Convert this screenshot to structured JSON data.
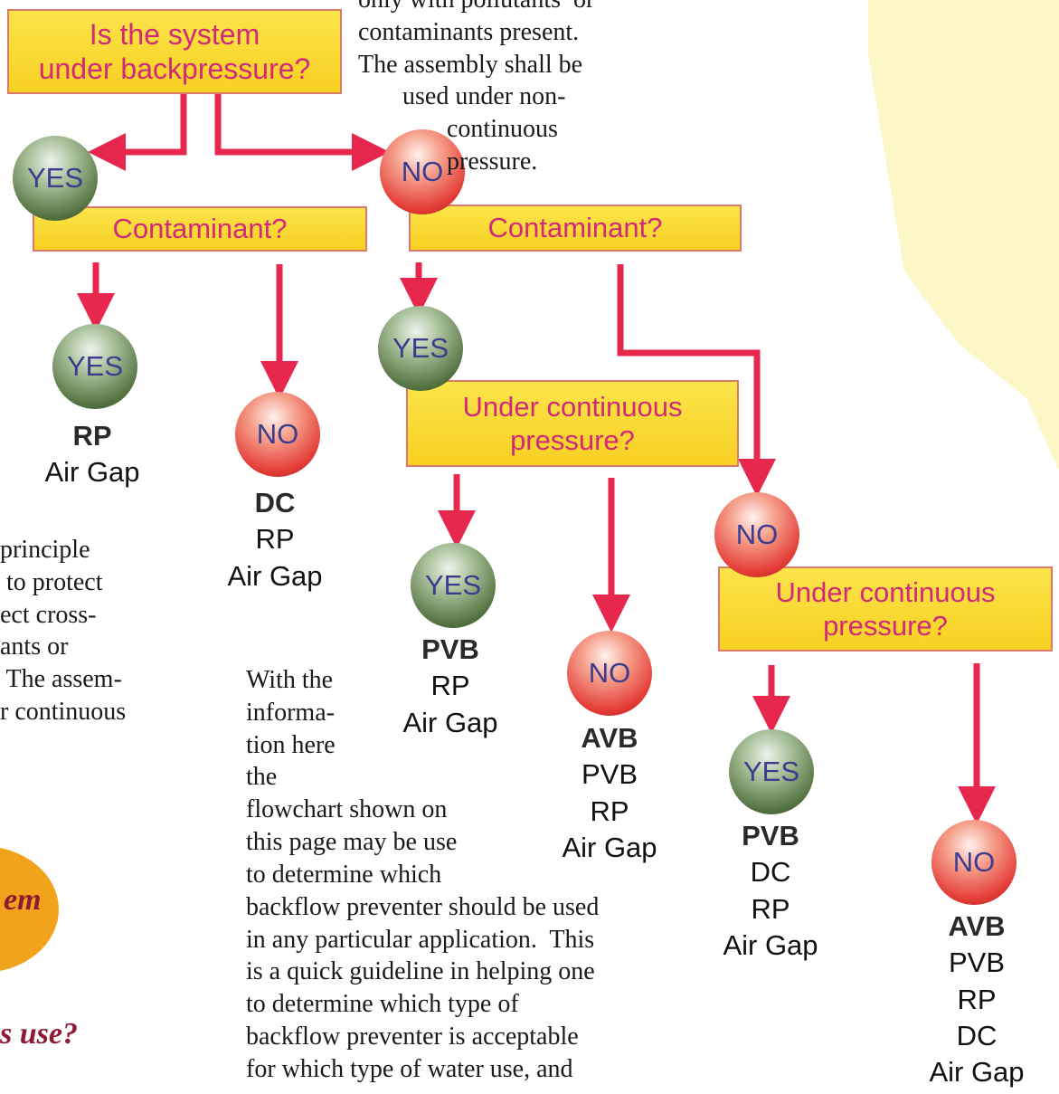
{
  "questions": {
    "q1": "Is the system\nunder backpressure?",
    "q2_left": "Contaminant?",
    "q2_right": "Contaminant?",
    "q3_mid": "Under continuous\npressure?",
    "q3_right": "Under continuous\npressure?"
  },
  "circles": {
    "yes_label": "YES",
    "no_label": "NO"
  },
  "answers": {
    "a1": {
      "main": "RP",
      "alts": [
        "Air Gap"
      ]
    },
    "a2": {
      "main": "DC",
      "alts": [
        "RP",
        "Air Gap"
      ]
    },
    "a3": {
      "main": "PVB",
      "alts": [
        "RP",
        "Air Gap"
      ]
    },
    "a4": {
      "main": "AVB",
      "alts": [
        "PVB",
        "RP",
        "Air Gap"
      ]
    },
    "a5": {
      "main": "PVB",
      "alts": [
        "DC",
        "RP",
        "Air Gap"
      ]
    },
    "a6": {
      "main": "AVB",
      "alts": [
        "PVB",
        "RP",
        "DC",
        "Air Gap"
      ]
    }
  },
  "text": {
    "top_para": "only with pollutants  or\ncontaminants present.\nThe assembly shall be\n       used under non-\n              continuous\n              pressure.",
    "left_para": "principle\n to protect\nect cross-\nants or\n The assem-\nr continuous",
    "center_para": "With the\ninforma-\ntion here\nthe\nflowchart shown on\nthis page may be use\nto determine which\nbackflow preventer should be used\nin any particular application.  This\nis a quick guideline in helping one\nto determine which type of\nbackflow preventer is acceptable\nfor which type of water use, and",
    "cut_word_1": "em",
    "cut_word_2": "s use?"
  },
  "colors": {
    "arrow": "#e8274f",
    "box_fill": "#f9d93a",
    "box_text": "#d12a7a",
    "background_shape": "#fdf7c8"
  }
}
